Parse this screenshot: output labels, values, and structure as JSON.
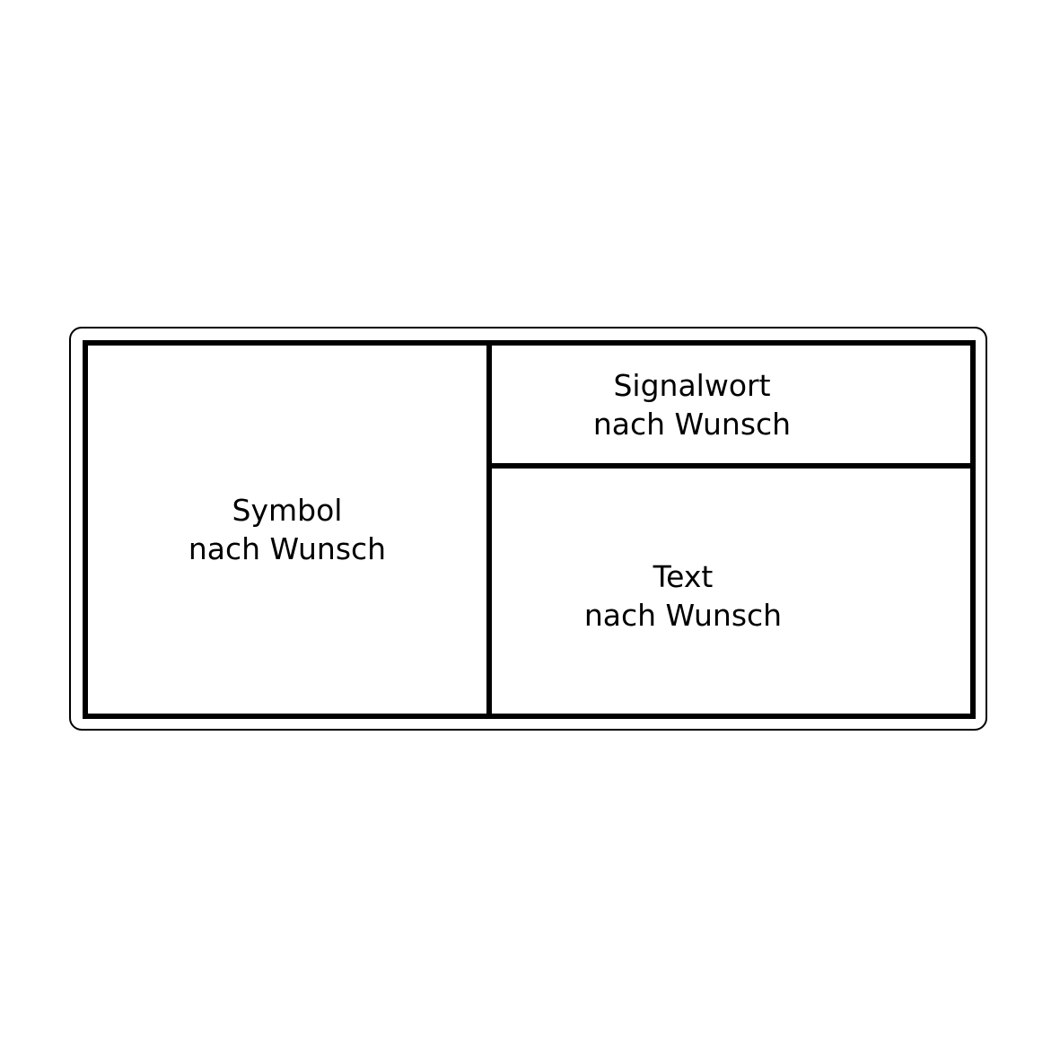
{
  "sign": {
    "symbol_field": {
      "line1": "Symbol",
      "line2": "nach Wunsch"
    },
    "signalword_field": {
      "line1": "Signalwort",
      "line2": "nach Wunsch"
    },
    "text_field": {
      "line1": "Text",
      "line2": "nach Wunsch"
    }
  },
  "colors": {
    "stroke": "#000000",
    "background": "#ffffff"
  }
}
